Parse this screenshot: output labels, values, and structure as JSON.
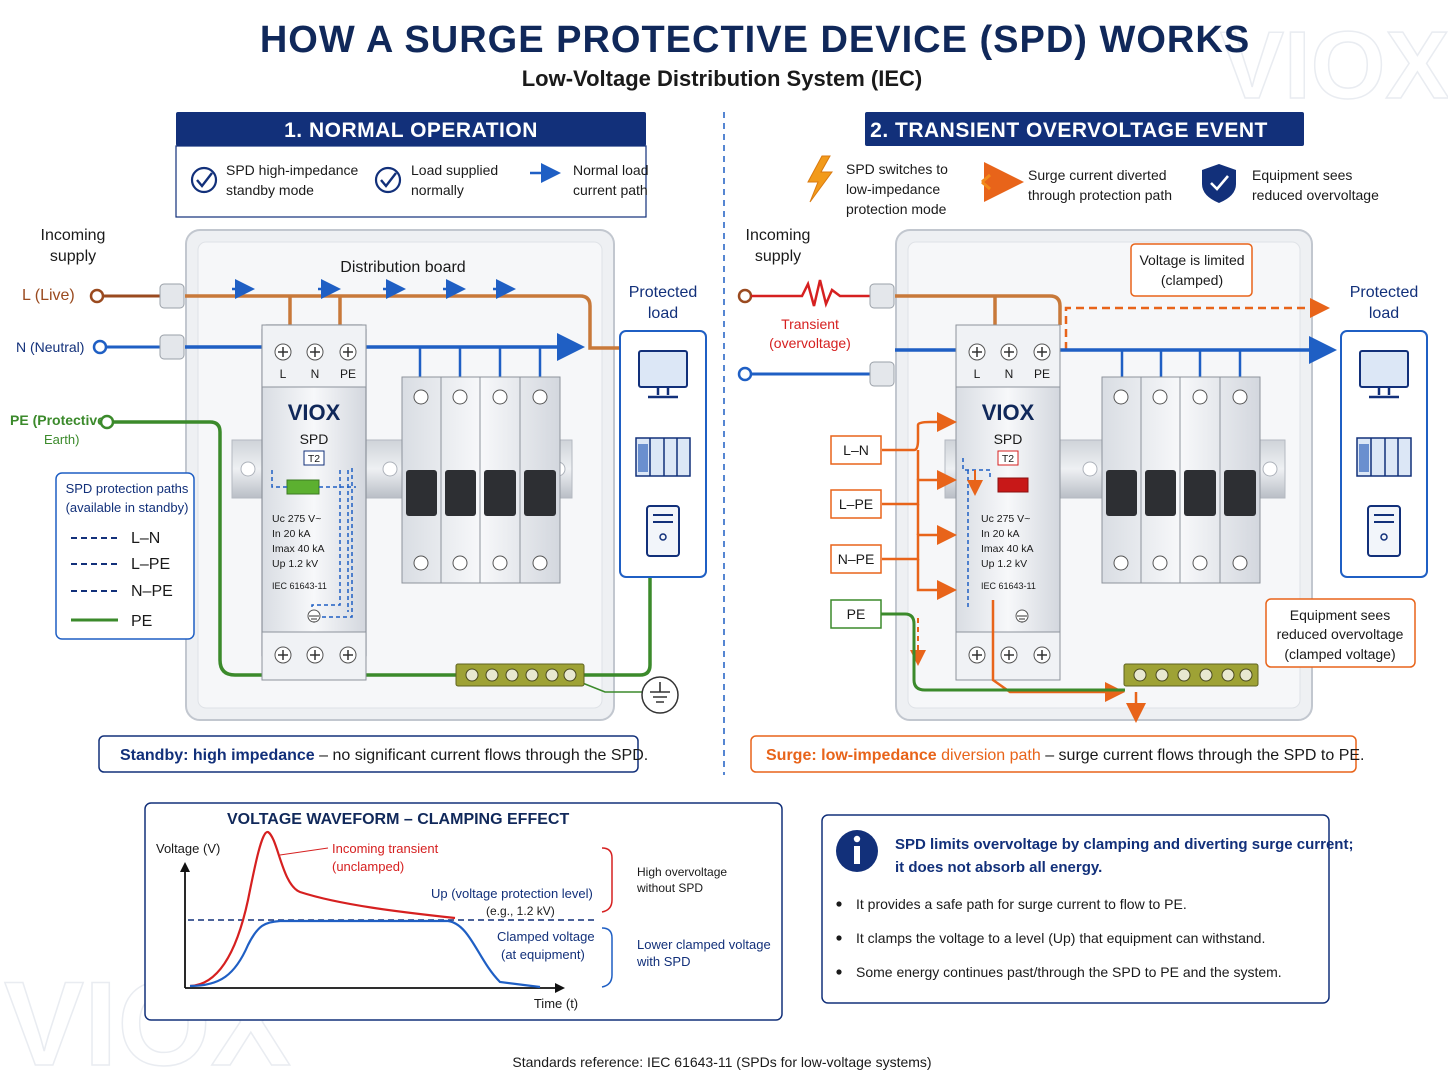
{
  "header": {
    "title": "HOW A SURGE PROTECTIVE DEVICE (SPD) WORKS",
    "subtitle": "Low-Voltage Distribution System (IEC)",
    "watermark": "VIOX"
  },
  "normal": {
    "heading": "1. NORMAL OPERATION",
    "legend": [
      {
        "icon": "check-circle-icon",
        "line1": "SPD high-impedance",
        "line2": "standby mode"
      },
      {
        "icon": "check-circle-icon",
        "line1": "Load supplied",
        "line2": "normally"
      },
      {
        "icon": "arrow-right-icon",
        "line1": "Normal load",
        "line2": "current path"
      }
    ],
    "incoming_supply": [
      "Incoming",
      "supply"
    ],
    "live": "L (Live)",
    "neutral": "N (Neutral)",
    "pe": [
      "PE (Protective",
      "Earth)"
    ],
    "board_label": "Distribution board",
    "protected_load": [
      "Protected",
      "load"
    ],
    "paths_box": {
      "title": [
        "SPD protection paths",
        "(available in standby)"
      ],
      "items": [
        "L–N",
        "L–PE",
        "N–PE",
        "PE"
      ]
    },
    "footer_bold": "Standby: high impedance",
    "footer_rest": " – no significant current flows through the SPD."
  },
  "surge": {
    "heading": "2. TRANSIENT OVERVOLTAGE EVENT",
    "legend": [
      {
        "icon": "lightning-icon",
        "lines": [
          "SPD switches to",
          "low-impedance",
          "protection mode"
        ]
      },
      {
        "icon": "double-arrow-icon",
        "lines": [
          "Surge current diverted",
          "through protection path"
        ]
      },
      {
        "icon": "shield-check-icon",
        "lines": [
          "Equipment sees",
          "reduced overvoltage"
        ]
      }
    ],
    "incoming_supply": [
      "Incoming",
      "supply"
    ],
    "transient": [
      "Transient",
      "(overvoltage)"
    ],
    "voltage_limited": [
      "Voltage is limited",
      "(clamped)"
    ],
    "protected_load": [
      "Protected",
      "load"
    ],
    "paths": [
      "L–N",
      "L–PE",
      "N–PE",
      "PE"
    ],
    "equipment_box": [
      "Equipment sees",
      "reduced overvoltage",
      "(clamped voltage)"
    ],
    "footer_bold": "Surge: low-impedance ",
    "footer_mid": "diversion path",
    "footer_rest": " – surge current flows through the SPD to PE."
  },
  "spd": {
    "brand": "VIOX",
    "type": "SPD",
    "class": "T2",
    "terminals": [
      "L",
      "N",
      "PE"
    ],
    "specs": [
      "Uc  275 V~",
      "In   20 kA",
      "Imax 40 kA",
      "Up   1.2 kV"
    ],
    "standard": "IEC 61643-11"
  },
  "waveform": {
    "title": "VOLTAGE WAVEFORM – CLAMPING EFFECT",
    "y_axis": "Voltage (V)",
    "x_axis": "Time (t)",
    "incoming": [
      "Incoming transient",
      "(unclamped)"
    ],
    "up_level": [
      "Up (voltage protection level)",
      "(e.g., 1.2 kV)"
    ],
    "clamped": [
      "Clamped voltage",
      "(at equipment)"
    ],
    "high": [
      "High overvoltage",
      "without SPD"
    ],
    "lower": [
      "Lower clamped voltage",
      "with SPD"
    ]
  },
  "info": {
    "headline": [
      "SPD limits overvoltage by clamping and diverting surge current;",
      "it does not absorb all energy."
    ],
    "bullets": [
      "It provides a safe path for surge current to flow to PE.",
      "It clamps the voltage to a level (Up) that equipment can withstand.",
      "Some energy continues past/through the SPD to PE and the system."
    ]
  },
  "footer": {
    "reference": "Standards reference: IEC 61643-11 (SPDs for low-voltage systems)"
  },
  "colors": {
    "navy": "#10285a",
    "live": "#c8793a",
    "neutral": "#1f5fc4",
    "pe": "#3b8a2b",
    "surge": "#e8641a"
  }
}
